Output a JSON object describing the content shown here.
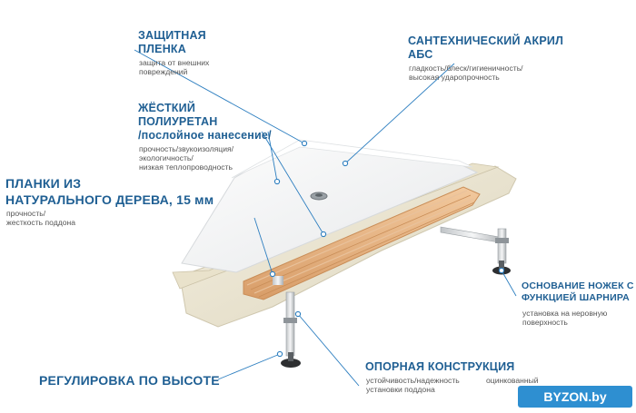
{
  "labels": {
    "protective_film": {
      "title_line1": "ЗАЩИТНАЯ",
      "title_line2": "ПЛЕНКА",
      "desc_line1": "защита от внешних",
      "desc_line2": "повреждений"
    },
    "acrylic": {
      "title_line1": "САНТЕХНИЧЕСКИЙ АКРИЛ",
      "title_line2": "АБС",
      "desc_line1": "гладкость/блеск/гигиеничность/",
      "desc_line2": "высокая ударопрочность"
    },
    "polyurethane": {
      "title_line1": "ЖЁСТКИЙ",
      "title_line2": "ПОЛИУРЕТАН",
      "title_line3": "/послойное нанесение/",
      "desc_line1": "прочность/звукоизоляция/",
      "desc_line2": "экологичность/",
      "desc_line3": "низкая теплопроводность"
    },
    "wood": {
      "title_line1": "ПЛАНКИ ИЗ",
      "title_line2": "НАТУРАЛЬНОГО ДЕРЕВА, 15 мм",
      "desc_line1": "прочность/",
      "desc_line2": "жесткость поддона"
    },
    "legs_base": {
      "title_line1": "ОСНОВАНИЕ НОЖЕК С",
      "title_line2": "ФУНКЦИЕЙ ШАРНИРА",
      "desc_line1": "установка на неровную",
      "desc_line2": "поверхность"
    },
    "height": {
      "title": "РЕГУЛИРОВКА ПО ВЫСОТЕ"
    },
    "support": {
      "title": "ОПОРНАЯ КОНСТРУКЦИЯ",
      "desc_line1": "устойчивость/надежность",
      "desc_line2": "установки поддона",
      "desc_right": "оцинкованный"
    }
  },
  "brand": {
    "text": "BYZON.by"
  },
  "colors": {
    "label_blue": "#1f5f93",
    "line_blue": "#2e7fc0",
    "brand_blue": "#2e8fd1",
    "cream": "#efe9d6",
    "wood": "#e8b98a"
  }
}
